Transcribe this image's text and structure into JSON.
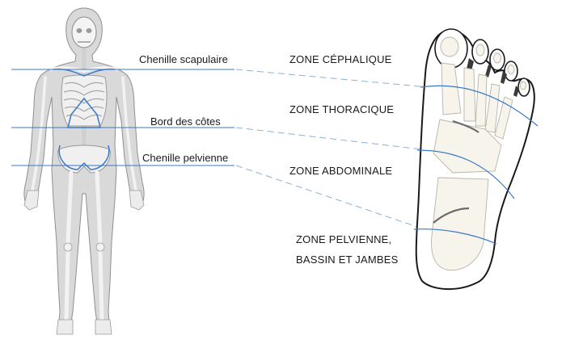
{
  "body_labels": {
    "scapular": "Chenille scapulaire",
    "ribs": "Bord des côtes",
    "pelvic": "Chenille pelvienne"
  },
  "zones": {
    "head": "ZONE CÉPHALIQUE",
    "thorax": "ZONE THORACIQUE",
    "abdomen": "ZONE ABDOMINALE",
    "pelvis_line1": "ZONE PELVIENNE,",
    "pelvis_line2": "BASSIN ET JAMBES"
  },
  "colors": {
    "guide_line": "#3a78c8",
    "dashed_line": "#8ab0d8",
    "body_fill": "#d9d9d9",
    "bone_fill": "#f4f4f4",
    "outline": "#1a1a1a"
  }
}
